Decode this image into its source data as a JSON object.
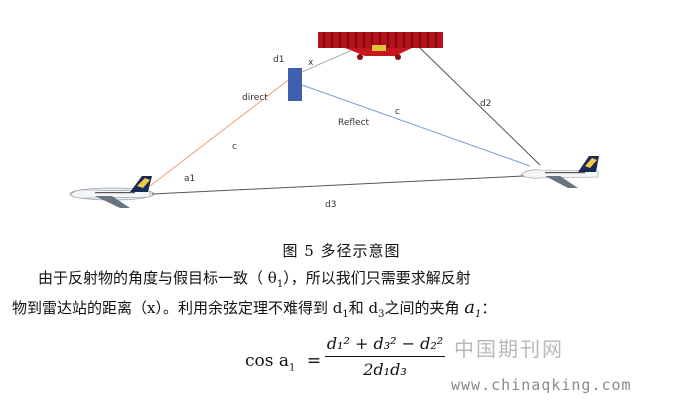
{
  "figure": {
    "labels": {
      "d1": "d1",
      "x": "x",
      "direct": "direct",
      "c_left": "c",
      "c_right": "c",
      "reflect": "Reflect",
      "d2": "d2",
      "a1": "a1",
      "d3": "d3"
    },
    "colors": {
      "orange_line": "#f0a070",
      "blue_line": "#7a9fd4",
      "dark_line": "#555555",
      "reflector": "#3f5fb0",
      "radar": "#cc1111"
    }
  },
  "caption": "图 5  多径示意图",
  "paragraph1": "由于反射物的角度与假目标一致（ θ",
  "paragraph1_sub": "1",
  "paragraph1_end": "），所以我们只需要求解反射",
  "paragraph2_a": "物到雷达站的距离（x）。利用余弦定理不难得到 d",
  "paragraph2_sub1": "1",
  "paragraph2_b": "和 d",
  "paragraph2_sub3": "3",
  "paragraph2_c": "之间的夹角",
  "paragraph2_var": "a",
  "paragraph2_varsub": "1",
  "paragraph2_end": "：",
  "formula": {
    "lhs": "cos a",
    "lhs_sub": "1",
    "equals": "=",
    "numerator": "d₁² + d₃² − d₂²",
    "denominator": "2d₁d₃"
  },
  "watermark": {
    "cn": "中国期刊网",
    "url": "www.chinaqking.com"
  }
}
